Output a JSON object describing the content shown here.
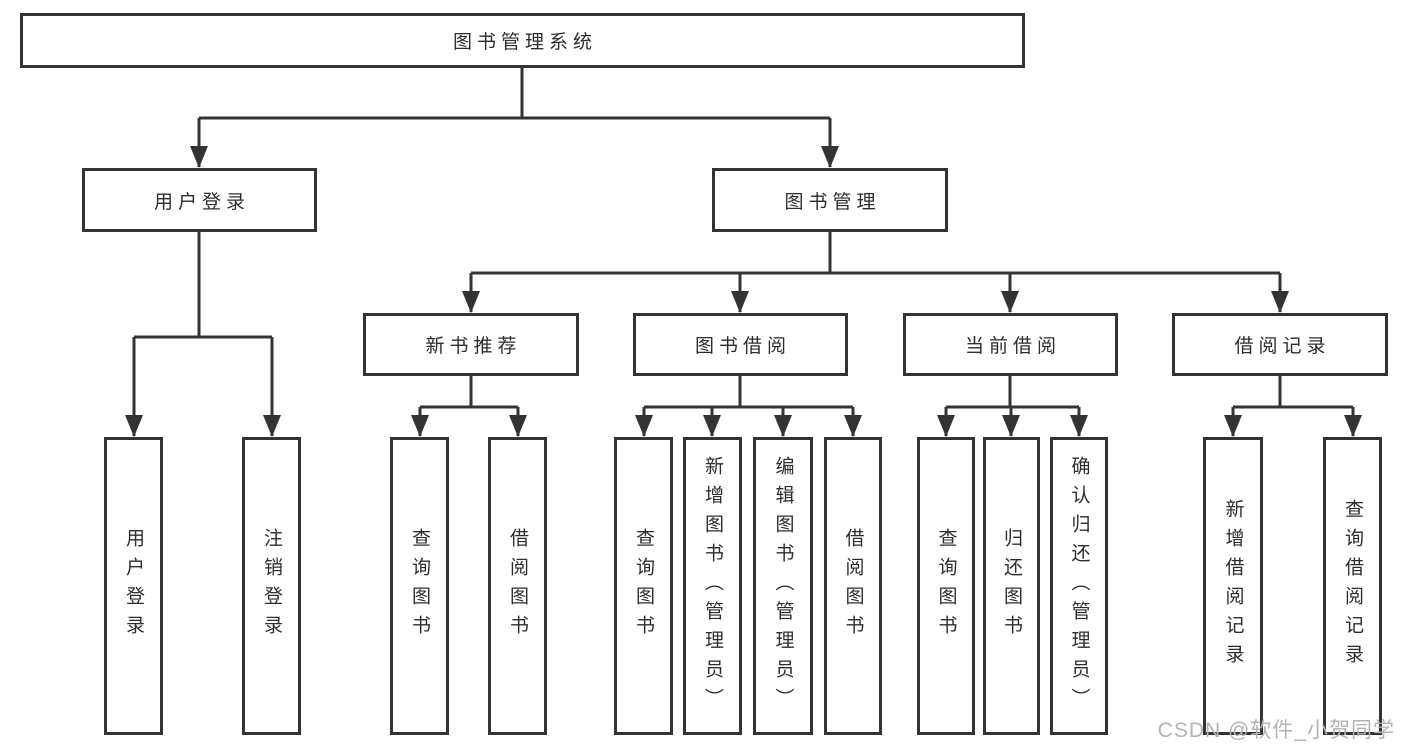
{
  "colors": {
    "line": "#333333",
    "box_border": "#333333",
    "text": "#2d2d2d",
    "background": "#ffffff",
    "watermark": "#b3b3b3"
  },
  "nodes": {
    "root": {
      "label": "图书管理系统"
    },
    "user_login": {
      "label": "用户登录"
    },
    "book_mgmt": {
      "label": "图书管理"
    },
    "new_book": {
      "label": "新书推荐"
    },
    "borrowing": {
      "label": "图书借阅"
    },
    "current_borrow": {
      "label": "当前借阅"
    },
    "borrow_records": {
      "label": "借阅记录"
    },
    "leaf_user_login": {
      "label": "用户登录"
    },
    "leaf_logout": {
      "label": "注销登录"
    },
    "leaf_nb_query": {
      "label": "查询图书"
    },
    "leaf_nb_borrow": {
      "label": "借阅图书"
    },
    "leaf_bw_query": {
      "label": "查询图书"
    },
    "leaf_bw_add": {
      "label": "新增图书（管理员）"
    },
    "leaf_bw_edit": {
      "label": "编辑图书（管理员）"
    },
    "leaf_bw_borrow": {
      "label": "借阅图书"
    },
    "leaf_cur_query": {
      "label": "查询图书"
    },
    "leaf_cur_return": {
      "label": "归还图书"
    },
    "leaf_cur_confirm": {
      "label": "确认归还（管理员）"
    },
    "leaf_rec_add": {
      "label": "新增借阅记录"
    },
    "leaf_rec_query": {
      "label": "查询借阅记录"
    }
  },
  "hierarchy": {
    "root": "图书管理系统",
    "children": [
      {
        "label": "用户登录",
        "children": [
          "用户登录",
          "注销登录"
        ]
      },
      {
        "label": "图书管理",
        "children": [
          {
            "label": "新书推荐",
            "children": [
              "查询图书",
              "借阅图书"
            ]
          },
          {
            "label": "图书借阅",
            "children": [
              "查询图书",
              "新增图书（管理员）",
              "编辑图书（管理员）",
              "借阅图书"
            ]
          },
          {
            "label": "当前借阅",
            "children": [
              "查询图书",
              "归还图书",
              "确认归还（管理员）"
            ]
          },
          {
            "label": "借阅记录",
            "children": [
              "新增借阅记录",
              "查询借阅记录"
            ]
          }
        ]
      }
    ]
  },
  "watermark": {
    "text": "CSDN @软件_小贺同学"
  }
}
